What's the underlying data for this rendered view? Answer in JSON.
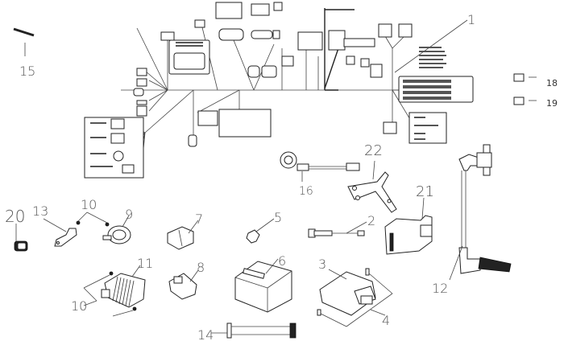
{
  "diagram": {
    "title": "Wiring harness and electrical components exploded view",
    "harness_label": "1",
    "callouts": [
      {
        "id": "1",
        "part": "wiring-harness"
      },
      {
        "id": "2",
        "part": "sensor-lead"
      },
      {
        "id": "3",
        "part": "ecu-module"
      },
      {
        "id": "4",
        "part": "ecu-bolts"
      },
      {
        "id": "5",
        "part": "sensor-clip"
      },
      {
        "id": "6",
        "part": "battery"
      },
      {
        "id": "7",
        "part": "relay"
      },
      {
        "id": "8",
        "part": "starter-relay"
      },
      {
        "id": "9",
        "part": "horn"
      },
      {
        "id": "10",
        "part": "bolts"
      },
      {
        "id": "11",
        "part": "regulator-rectifier"
      },
      {
        "id": "12",
        "part": "ignition-coil-lead"
      },
      {
        "id": "13",
        "part": "horn-bracket"
      },
      {
        "id": "14",
        "part": "battery-strap"
      },
      {
        "id": "15",
        "part": "cable-tie"
      },
      {
        "id": "16",
        "part": "speed-sensor"
      },
      {
        "id": "18",
        "part": "fuse-a"
      },
      {
        "id": "19",
        "part": "fuse-b"
      },
      {
        "id": "20",
        "part": "fuel-pump-motor"
      },
      {
        "id": "21",
        "part": "flasher-unit"
      },
      {
        "id": "22",
        "part": "mounting-bracket"
      }
    ],
    "legend": [
      {
        "symbol": "square-box",
        "label": "18"
      },
      {
        "symbol": "square-box",
        "label": "19"
      }
    ]
  }
}
